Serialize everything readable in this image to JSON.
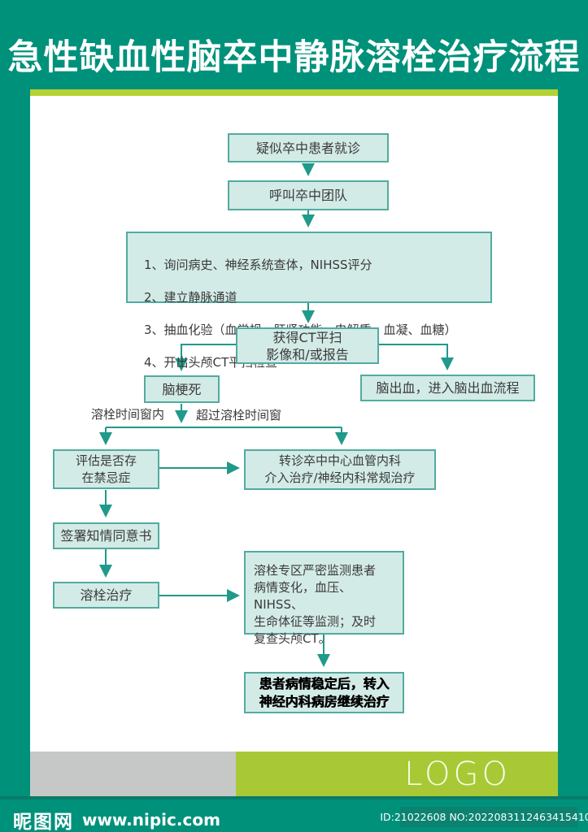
{
  "title": "急性缺血性脑卒中静脉溶栓治疗流程",
  "flow": {
    "suspect": "疑似卒中患者就诊",
    "call_team": "呼叫卒中团队",
    "initial_assess": {
      "lines": [
        "1、询问病史、神经系统查体，NIHSS评分",
        "2、建立静脉通道",
        "3、抽血化验（血常规、肝肾功能、电解质、血凝、血糖）",
        "4、开出头颅CT平扫检查"
      ]
    },
    "ct_result": "获得CT平扫\n影像和/或报告",
    "infarction": "脑梗死",
    "hemorrhage": "脑出血，进入脑出血流程",
    "label_within_window": "溶栓时间窗内",
    "label_beyond_window": "超过溶栓时间窗",
    "evaluate": "评估是否存\n在禁忌症",
    "referral": "转诊卒中中心血管内科\n介入治疗/神经内科常规治疗",
    "consent": "签署知情同意书",
    "thrombolysis": "溶栓治疗",
    "monitoring": "溶栓专区严密监测患者\n病情变化，血压、NIHSS、\n生命体征等监测；及时\n复查头颅CT。",
    "stable": "患者病情稳定后，转入\n神经内科病房继续治疗"
  },
  "footer": {
    "logo_label": "LOGO"
  },
  "watermark": {
    "site_name": "昵图网",
    "site_url": "www.nipic.com",
    "id_text": "ID:21022608 NO:20220831124634154103"
  },
  "colors": {
    "background_teal": "#00917b",
    "accent_lime_top": "#b5d234",
    "accent_lime_bottom": "#a8c935",
    "gray_bar": "#c6c8c7",
    "box_fill": "#d3ebe6",
    "box_border": "#52aba0",
    "arrow": "#1f9a8b"
  }
}
